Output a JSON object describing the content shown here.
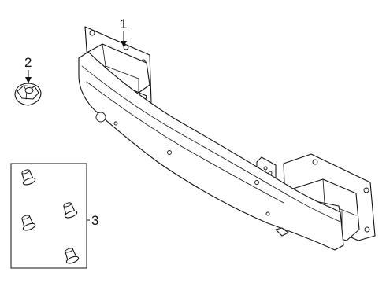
{
  "callouts": {
    "part_1": "1",
    "part_2": "2",
    "part_3": "3"
  },
  "colors": {
    "line": "#111111",
    "background": "#ffffff"
  }
}
